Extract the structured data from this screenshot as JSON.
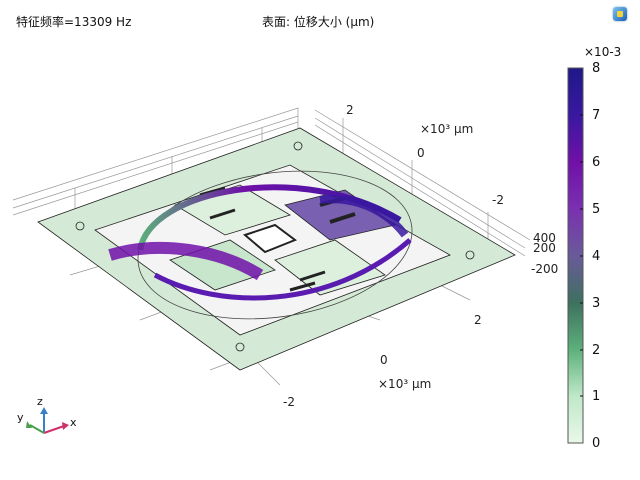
{
  "header": {
    "eigenfrequency": "特征频率=13309 Hz",
    "surface_title": "表面: 位移大小 (µm)"
  },
  "axes": {
    "y_ticks": [
      "2",
      "0",
      "-2"
    ],
    "y_unit": "×10³ µm",
    "x_ticks": [
      "2",
      "0",
      "-2"
    ],
    "x_unit": "×10³ µm",
    "z_ticks": [
      "400",
      "200",
      "-200"
    ]
  },
  "triad": {
    "x": "x",
    "y": "y",
    "z": "z"
  },
  "chart_data": {
    "type": "heatmap",
    "title": "表面: 位移大小 (µm)",
    "subtitle": "特征频率=13309 Hz",
    "colorbar": {
      "exponent": "×10-3",
      "min": 0,
      "max": 8,
      "ticks": [
        "0",
        "1",
        "2",
        "3",
        "4",
        "5",
        "6",
        "7",
        "8"
      ],
      "colors": [
        "#e9f8e9",
        "#bfe8c8",
        "#5cb07a",
        "#3e7060",
        "#6a5a9a",
        "#7a30b0",
        "#7010a8",
        "#3818a0",
        "#201888"
      ]
    }
  }
}
